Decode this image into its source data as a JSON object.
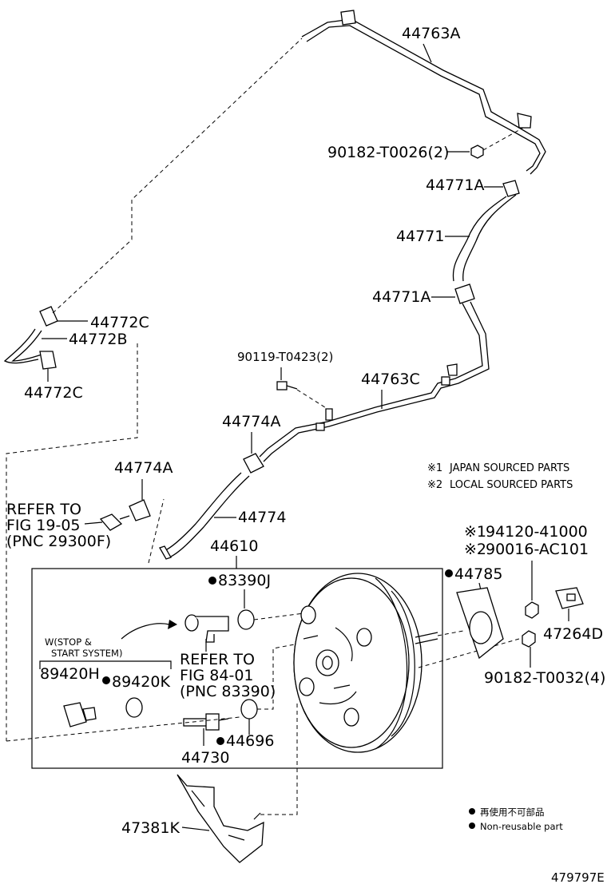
{
  "diagram_id": "479797E",
  "parts": {
    "p44763A": "44763A",
    "p90182_T0026": "90182-T0026(2)",
    "p44771A_top": "44771A",
    "p44771": "44771",
    "p44771A_mid": "44771A",
    "p44772C_top": "44772C",
    "p44772B": "44772B",
    "p44772C_bot": "44772C",
    "p90119_T0423": "90119-T0423(2)",
    "p44763C": "44763C",
    "p44774A_top": "44774A",
    "p44774A_left": "44774A",
    "p44774": "44774",
    "p44610": "44610",
    "p83390J": "83390J",
    "p44785": "44785",
    "p94120_41000": "94120-41000",
    "p90016_AC101": "90016-AC101",
    "p47264D": "47264D",
    "p90182_T0032": "90182-T0032(4)",
    "p89420H": "89420H",
    "p89420K": "89420K",
    "p44696": "44696",
    "p44730": "44730",
    "p47381K": "47381K"
  },
  "refs": {
    "ref1_line1": "REFER TO",
    "ref1_line2": "FIG 19-05",
    "ref1_line3": "(PNC 29300F)",
    "ref2_line1": "REFER TO",
    "ref2_line2": "FIG 84-01",
    "ref2_line3": "(PNC 83390)"
  },
  "stop_start": {
    "line1": "W(STOP &",
    "line2": "START SYSTEM)"
  },
  "notes": {
    "mark1": "※1",
    "mark2": "※2",
    "japan": "JAPAN SOURCED PARTS",
    "local": "LOCAL SOURCED PARTS"
  },
  "legend": {
    "non_reusable_jp": "再使用不可部品",
    "non_reusable_en": "Non-reusable part"
  }
}
